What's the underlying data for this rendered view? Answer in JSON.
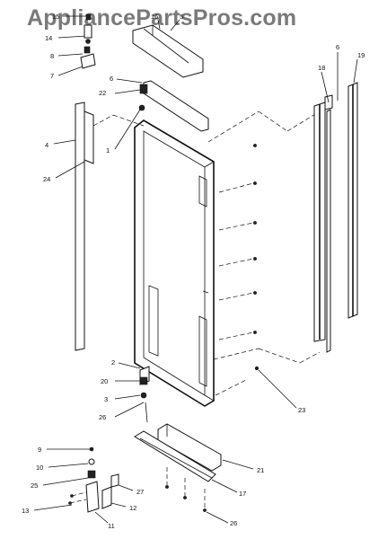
{
  "watermark": {
    "text": "AppliancePartsPros.com"
  },
  "callouts": {
    "c15": "15",
    "c14": "14",
    "c8": "8",
    "c7": "7",
    "c16": "16",
    "c5": "5",
    "c18": "18",
    "c6a": "6",
    "c19": "19",
    "c6b": "6",
    "c22": "22",
    "c1": "1",
    "c4": "4",
    "c24": "24",
    "c2": "2",
    "c20": "20",
    "c3": "3",
    "c26a": "26",
    "c23": "23",
    "c21": "21",
    "c17": "17",
    "c9": "9",
    "c10": "10",
    "c25": "25",
    "c27": "27",
    "c12": "12",
    "c13": "13",
    "c11": "11",
    "c26b": "26"
  },
  "colors": {
    "line": "#111111",
    "watermark": "#7a7a7a",
    "background": "#ffffff"
  }
}
